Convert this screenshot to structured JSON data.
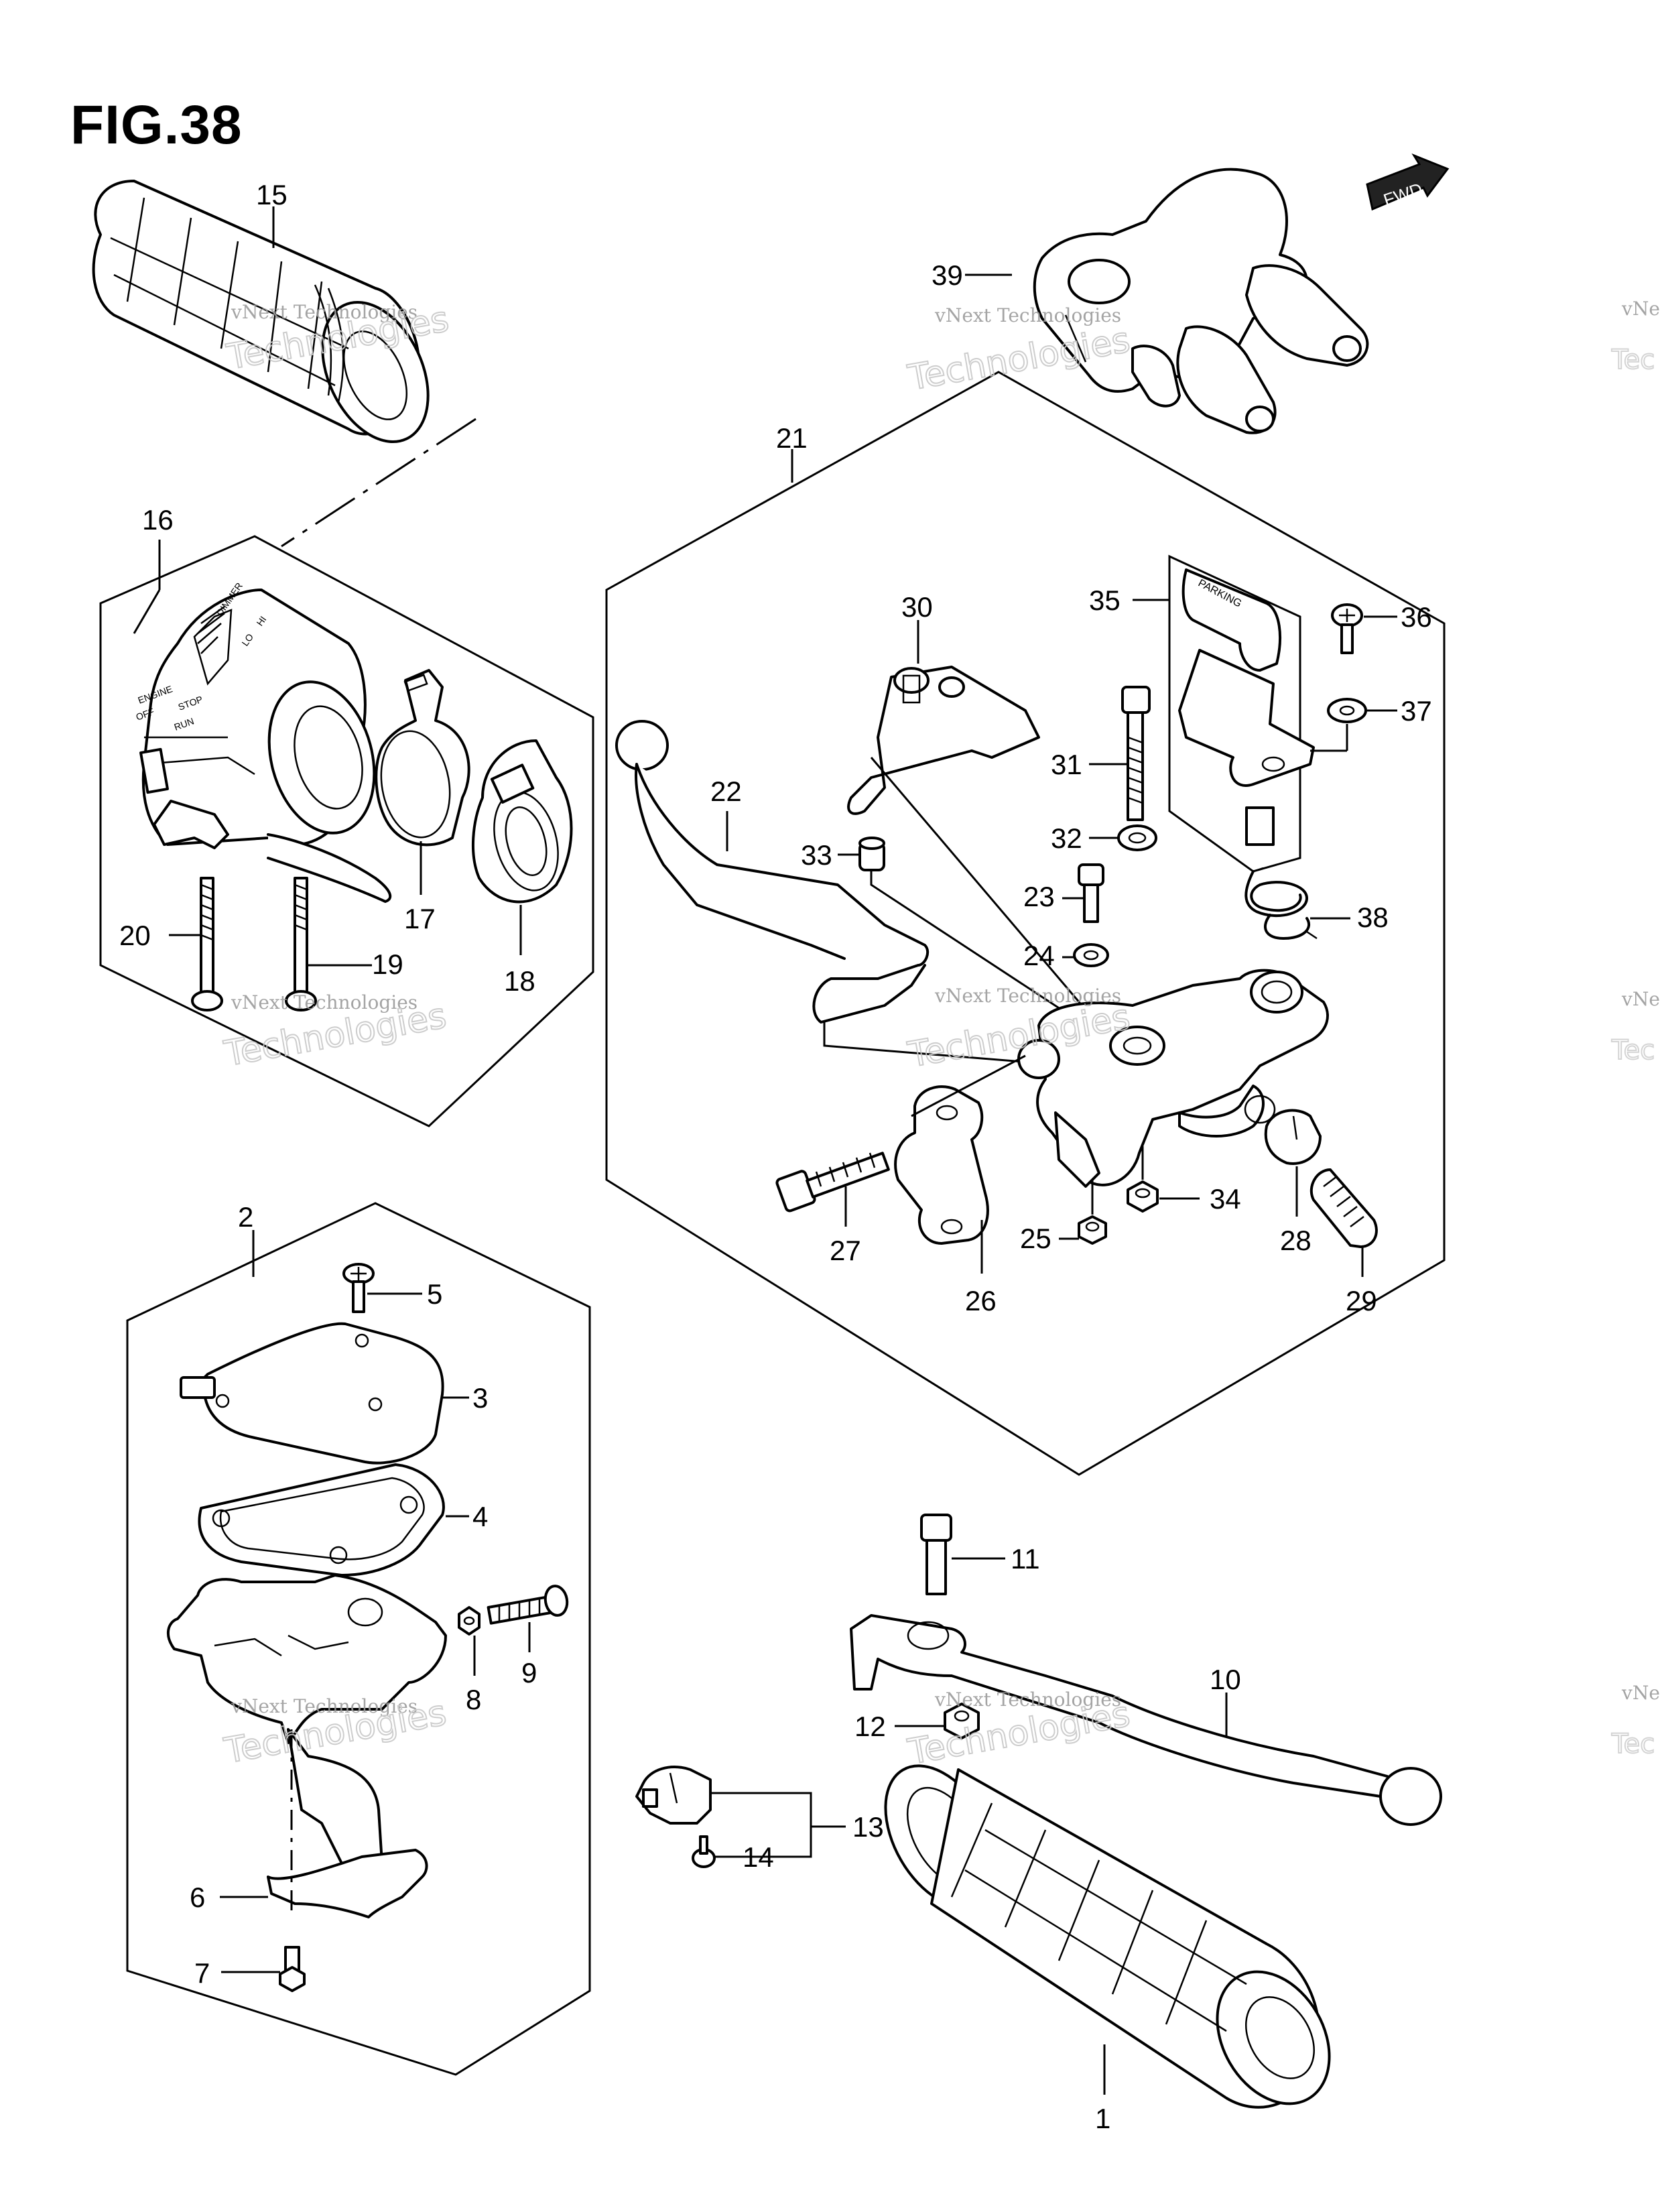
{
  "figure_title": "FIG.38",
  "fwd_badge": "FWD",
  "switch_text": {
    "dimmer": "DIMMER",
    "hi": "HI",
    "lo": "LO",
    "engine": "ENGINE",
    "stop": "STOP",
    "off": "OFF",
    "run": "RUN"
  },
  "parking_text": "PARKING",
  "watermark": {
    "line1": "vNext Technologies",
    "line2": "vNext",
    "line3": "Technologies",
    "edge1": "vNe",
    "edge2": "Tec"
  },
  "parts": [
    "1",
    "2",
    "3",
    "4",
    "5",
    "6",
    "7",
    "8",
    "9",
    "10",
    "11",
    "12",
    "13",
    "14",
    "15",
    "16",
    "17",
    "18",
    "19",
    "20",
    "21",
    "22",
    "23",
    "24",
    "25",
    "26",
    "27",
    "28",
    "29",
    "30",
    "31",
    "32",
    "33",
    "34",
    "35",
    "36",
    "37",
    "38",
    "39"
  ]
}
